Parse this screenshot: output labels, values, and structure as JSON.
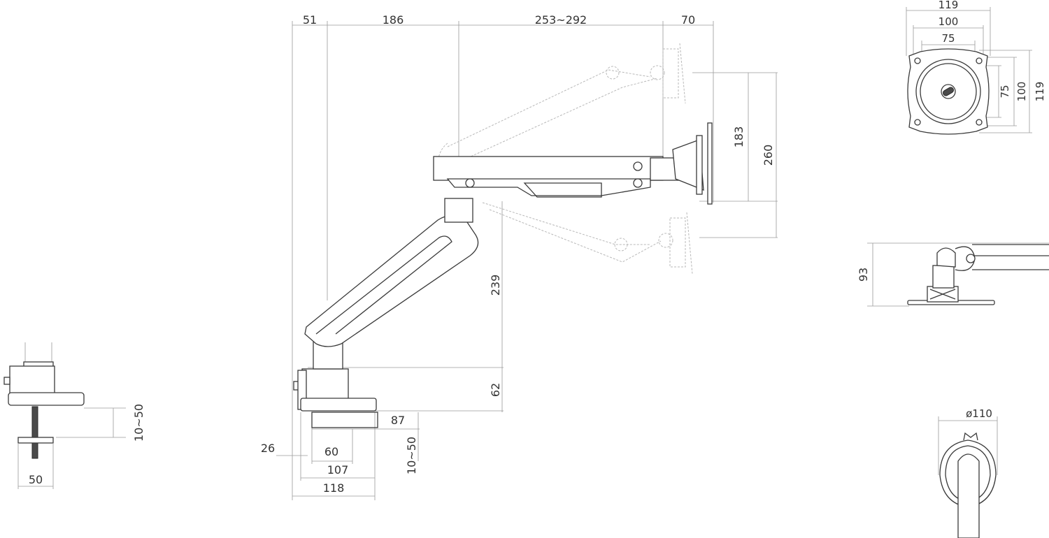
{
  "dimensions": {
    "top_51": "51",
    "top_186": "186",
    "top_253_292": "253~292",
    "top_70": "70",
    "right_183": "183",
    "right_260": "260",
    "middle_239": "239",
    "middle_62": "62",
    "clamp_87": "87",
    "clamp_26": "26",
    "clamp_60": "60",
    "clamp_107": "107",
    "clamp_118": "118",
    "clamp_10_50": "10~50",
    "left_10_50": "10~50",
    "left_50": "50",
    "vesa_119_top": "119",
    "vesa_100_top": "100",
    "vesa_75_top": "75",
    "vesa_75_side": "75",
    "vesa_100_side": "100",
    "vesa_119_side": "119",
    "side_93": "93",
    "base_d110": "ø110"
  }
}
